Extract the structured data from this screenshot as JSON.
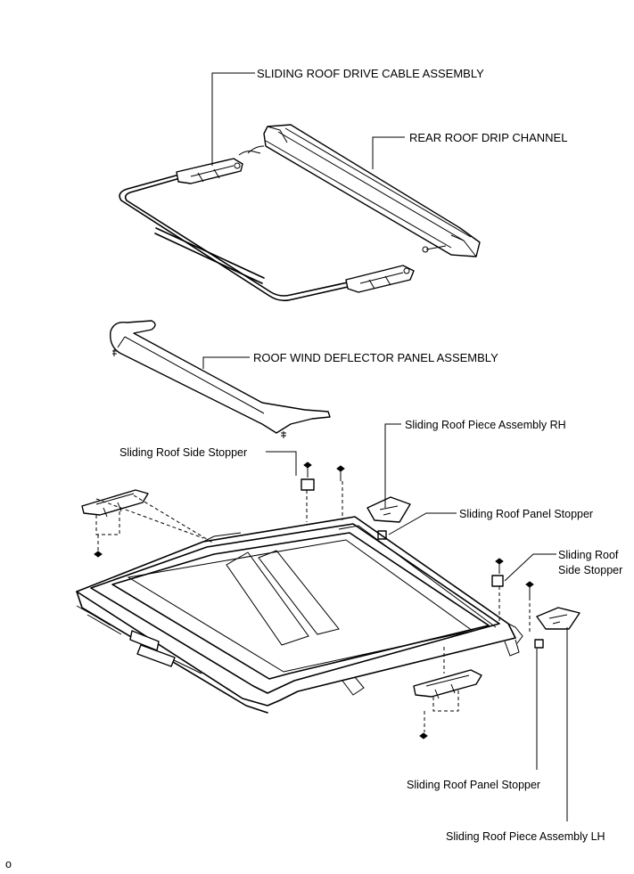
{
  "labels": {
    "drive_cable": "SLIDING ROOF DRIVE CABLE ASSEMBLY",
    "rear_drip": "REAR ROOF DRIP CHANNEL",
    "wind_deflector": "ROOF WIND DEFLECTOR PANEL ASSEMBLY",
    "piece_rh": "Sliding Roof Piece Assembly RH",
    "side_stopper_left": "Sliding Roof Side Stopper",
    "panel_stopper_upper": "Sliding Roof Panel Stopper",
    "side_stopper_right_line1": "Sliding Roof",
    "side_stopper_right_line2": "Side Stopper",
    "panel_stopper_lower": "Sliding Roof Panel Stopper",
    "piece_lh": "Sliding Roof Piece Assembly LH"
  },
  "corner_mark": "o"
}
